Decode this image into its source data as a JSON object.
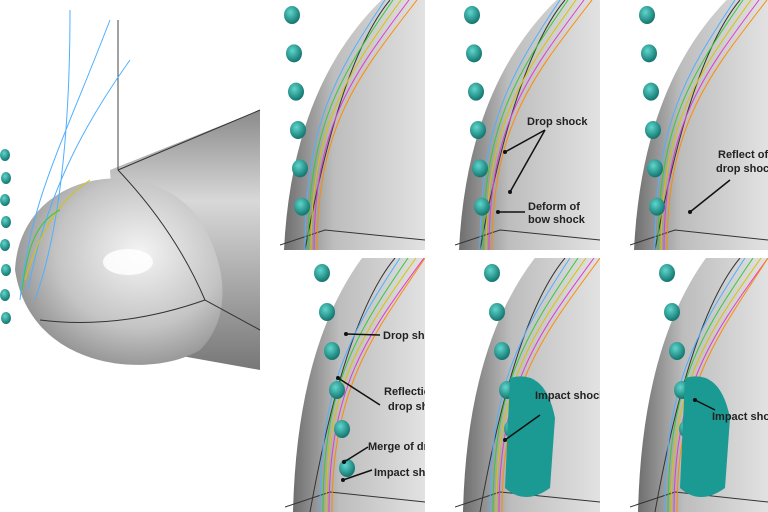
{
  "panels": [
    {
      "id": "overview",
      "labels": []
    },
    {
      "id": "t1",
      "labels": []
    },
    {
      "id": "t2",
      "labels": [
        {
          "text": "Drop shock"
        },
        {
          "text": "Deform of"
        },
        {
          "text": "bow shock"
        }
      ]
    },
    {
      "id": "t3",
      "labels": [
        {
          "text": "Reflect of"
        },
        {
          "text": "drop shock"
        }
      ]
    },
    {
      "id": "t4",
      "labels": [
        {
          "text": "Drop shock"
        },
        {
          "text": "Reflection of"
        },
        {
          "text": "drop shock"
        },
        {
          "text": "Merge of drops"
        },
        {
          "text": "Impact shock"
        }
      ]
    },
    {
      "id": "t5",
      "labels": [
        {
          "text": "Impact shock"
        }
      ]
    },
    {
      "id": "t6",
      "labels": [
        {
          "text": "Impact shock"
        }
      ]
    }
  ],
  "colors": {
    "drop": "#1a9a92",
    "body": "#b8b8b8",
    "background": "#ffffff"
  }
}
